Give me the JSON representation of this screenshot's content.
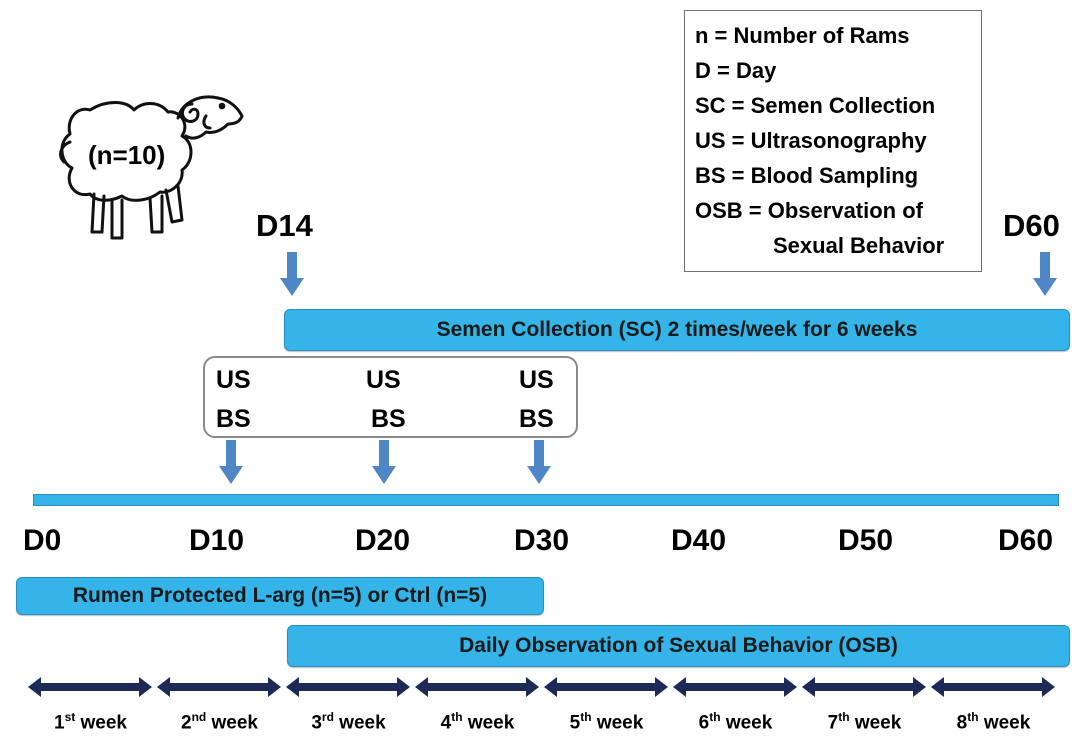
{
  "animal": {
    "label": "(n=10)"
  },
  "legend": {
    "lines": [
      "n = Number of Rams",
      "D = Day",
      "SC = Semen Collection",
      "US = Ultrasonography",
      "BS = Blood Sampling",
      "OSB = Observation of",
      "Sexual Behavior"
    ]
  },
  "markers": {
    "start": "D14",
    "end": "D60"
  },
  "bars": {
    "semen": "Semen Collection (SC) 2 times/week for 6 weeks",
    "treatment": "Rumen Protected L-arg (n=5) or Ctrl (n=5)",
    "observation": "Daily Observation of Sexual Behavior (OSB)"
  },
  "sampling": {
    "us": [
      "US",
      "US",
      "US"
    ],
    "bs": [
      "BS",
      "BS",
      "BS"
    ]
  },
  "days": [
    "D0",
    "D10",
    "D20",
    "D30",
    "D40",
    "D50",
    "D60"
  ],
  "weeks": [
    {
      "num": "1",
      "sup": "st",
      "word": " week"
    },
    {
      "num": "2",
      "sup": "nd",
      "word": " week"
    },
    {
      "num": "3",
      "sup": "rd",
      "word": " week"
    },
    {
      "num": "4",
      "sup": "th",
      "word": " week"
    },
    {
      "num": "5",
      "sup": "th",
      "word": " week"
    },
    {
      "num": "6",
      "sup": "th",
      "word": " week"
    },
    {
      "num": "7",
      "sup": "th",
      "word": " week"
    },
    {
      "num": "8",
      "sup": "th",
      "word": " week"
    }
  ],
  "colors": {
    "bar_fill": "#35b4ea",
    "arrow": "#4f86c6",
    "week_arrow": "#1b2a57"
  }
}
